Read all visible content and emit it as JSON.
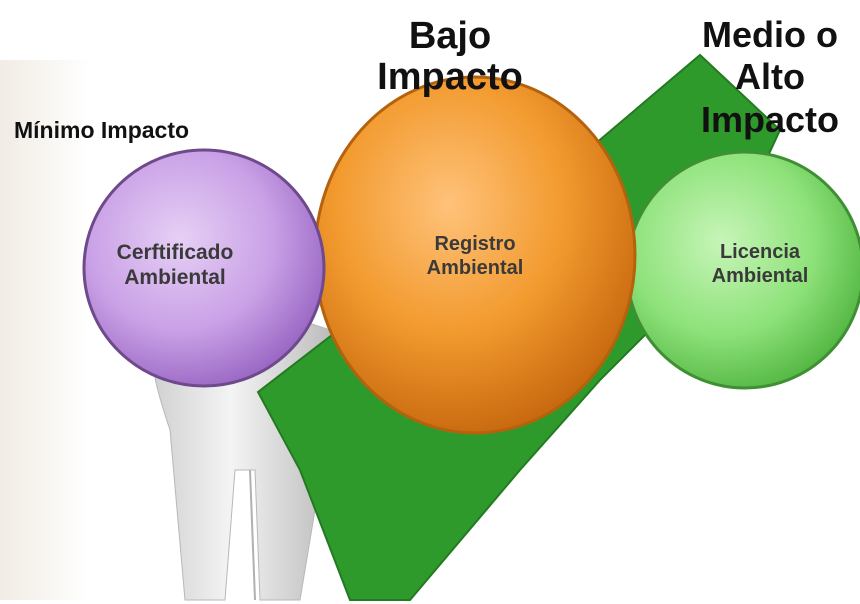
{
  "labels": {
    "minimo": "Mínimo Impacto",
    "bajo": [
      "Bajo",
      "Impacto"
    ],
    "alto": [
      "Medio o",
      "Alto",
      "Impacto"
    ]
  },
  "circles": {
    "certificado": {
      "lines": [
        "Cerftificado",
        "Ambiental"
      ],
      "color": "#c9a0e6"
    },
    "registro": {
      "lines": [
        "Registro",
        "Ambiental"
      ],
      "color": "#f29a2e"
    },
    "licencia": {
      "lines": [
        "Licencia",
        "Ambiental"
      ],
      "color": "#8ee27a"
    }
  },
  "colors": {
    "marker_green": "#2f9a2c",
    "figure_white": "#e8e8e8"
  }
}
